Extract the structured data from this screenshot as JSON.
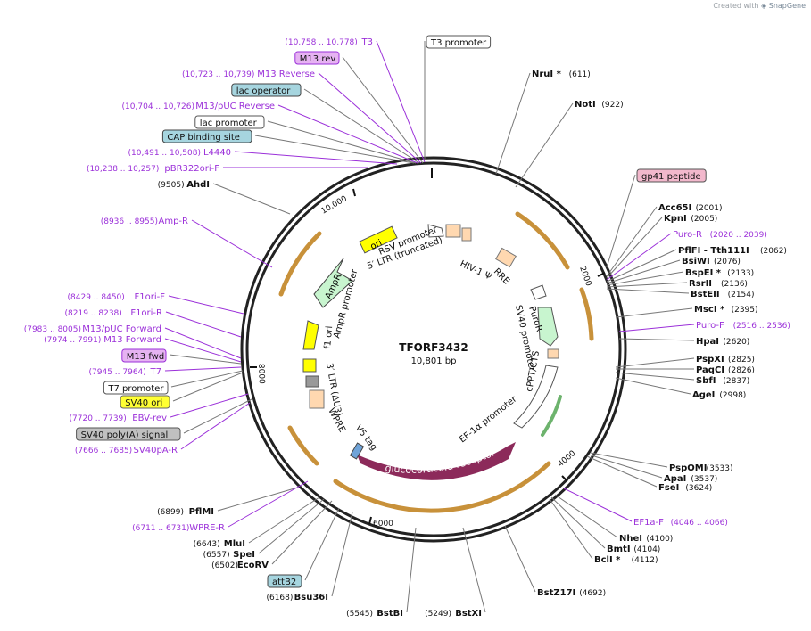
{
  "credit": {
    "prefix": "Created with",
    "brand": "SnapGene"
  },
  "plasmid": {
    "name": "TFORF3432",
    "length": "10,801 bp"
  },
  "ticks": [
    {
      "label": "2000"
    },
    {
      "label": "4000"
    },
    {
      "label": "6000"
    },
    {
      "label": "8000"
    },
    {
      "label": "10,000"
    }
  ],
  "colors": {
    "primer": "#9b30d9",
    "site": "#111111",
    "backbone": "#222222",
    "orf_line": "#c8913a",
    "gr": "#8c2a5a",
    "ampr": "#c8f5cf",
    "ori": "#ffff00",
    "puro": "#c8f5cf"
  },
  "left_labels": [
    {
      "range": "(10,758 .. 10,778)",
      "name": "T3",
      "kind": "primer"
    },
    {
      "name": "M13 rev",
      "kind": "box",
      "fill": "#e6b3f2",
      "stroke": "#9b30d9"
    },
    {
      "range": "(10,723 .. 10,739)",
      "name": "M13 Reverse",
      "kind": "primer"
    },
    {
      "name": "lac operator",
      "kind": "box",
      "fill": "#a6d5df",
      "stroke": "#444"
    },
    {
      "range": "(10,704 .. 10,726)",
      "name": "M13/pUC Reverse",
      "kind": "primer"
    },
    {
      "name": "lac promoter",
      "kind": "box",
      "fill": "#ffffff",
      "stroke": "#555"
    },
    {
      "name": "CAP binding site",
      "kind": "box",
      "fill": "#a6d5df",
      "stroke": "#444"
    },
    {
      "range": "(10,491 .. 10,508)",
      "name": "L4440",
      "kind": "primer"
    },
    {
      "range": "(10,238 .. 10,257)",
      "name": "pBR322ori-F",
      "kind": "primer"
    },
    {
      "range": "(9505)",
      "name": "AhdI",
      "kind": "site"
    },
    {
      "range": "(8936 .. 8955)",
      "name": "Amp-R",
      "kind": "primer"
    },
    {
      "range": "(8429 .. 8450)",
      "name": "F1ori-F",
      "kind": "primer"
    },
    {
      "range": "(8219 .. 8238)",
      "name": "F1ori-R",
      "kind": "primer"
    },
    {
      "range": "(7983 .. 8005)",
      "name": "M13/pUC Forward",
      "kind": "primer"
    },
    {
      "range": "(7974 .. 7991)",
      "name": "M13 Forward",
      "kind": "primer"
    },
    {
      "name": "M13 fwd",
      "kind": "box",
      "fill": "#e6b3f2",
      "stroke": "#9b30d9"
    },
    {
      "range": "(7945 .. 7964)",
      "name": "T7",
      "kind": "primer"
    },
    {
      "name": "T7 promoter",
      "kind": "box",
      "fill": "#ffffff",
      "stroke": "#555"
    },
    {
      "name": "SV40 ori",
      "kind": "box",
      "fill": "#ffff33",
      "stroke": "#666"
    },
    {
      "range": "(7720 .. 7739)",
      "name": "EBV-rev",
      "kind": "primer"
    },
    {
      "name": "SV40 poly(A) signal",
      "kind": "box",
      "fill": "#c0c0c0",
      "stroke": "#555"
    },
    {
      "range": "(7666 .. 7685)",
      "name": "SV40pA-R",
      "kind": "primer"
    },
    {
      "range": "(6899)",
      "name": "PflMI",
      "kind": "site"
    },
    {
      "range": "(6711 .. 6731)",
      "name": "WPRE-R",
      "kind": "primer"
    },
    {
      "range": "(6643)",
      "name": "MluI",
      "kind": "site"
    },
    {
      "range": "(6557)",
      "name": "SpeI",
      "kind": "site"
    },
    {
      "range": "(6502)",
      "name": "EcoRV",
      "kind": "site"
    },
    {
      "name": "attB2",
      "kind": "box",
      "fill": "#a6d5df",
      "stroke": "#444"
    },
    {
      "range": "(6168)",
      "name": "Bsu36I",
      "kind": "site"
    },
    {
      "range": "(5545)",
      "name": "BstBI",
      "kind": "site"
    },
    {
      "range": "(5249)",
      "name": "BstXI",
      "kind": "site"
    }
  ],
  "right_labels": [
    {
      "name": "T3 promoter",
      "range": "",
      "kind": "box",
      "fill": "#ffffff",
      "stroke": "#555"
    },
    {
      "name": "NruI *",
      "range": "(611)",
      "kind": "site"
    },
    {
      "name": "NotI",
      "range": "(922)",
      "kind": "site"
    },
    {
      "name": "gp41 peptide",
      "range": "",
      "kind": "box",
      "fill": "#f2b8cc",
      "stroke": "#555"
    },
    {
      "name": "Acc65I",
      "range": "(2001)",
      "kind": "site"
    },
    {
      "name": "KpnI",
      "range": "(2005)",
      "kind": "site"
    },
    {
      "name": "Puro-R",
      "range": "(2020 .. 2039)",
      "kind": "primer"
    },
    {
      "name": "PflFI - Tth111I",
      "range": "(2062)",
      "kind": "site"
    },
    {
      "name": "BsiWI",
      "range": "(2076)",
      "kind": "site"
    },
    {
      "name": "BspEI *",
      "range": "(2133)",
      "kind": "site"
    },
    {
      "name": "RsrII",
      "range": "(2136)",
      "kind": "site"
    },
    {
      "name": "BstEII",
      "range": "(2154)",
      "kind": "site"
    },
    {
      "name": "MscI *",
      "range": "(2395)",
      "kind": "site"
    },
    {
      "name": "Puro-F",
      "range": "(2516 .. 2536)",
      "kind": "primer"
    },
    {
      "name": "HpaI",
      "range": "(2620)",
      "kind": "site"
    },
    {
      "name": "PspXI",
      "range": "(2825)",
      "kind": "site"
    },
    {
      "name": "PaqCI",
      "range": "(2826)",
      "kind": "site"
    },
    {
      "name": "SbfI",
      "range": "(2837)",
      "kind": "site"
    },
    {
      "name": "AgeI",
      "range": "(2998)",
      "kind": "site"
    },
    {
      "name": "PspOMI",
      "range": "(3533)",
      "kind": "site"
    },
    {
      "name": "ApaI",
      "range": "(3537)",
      "kind": "site"
    },
    {
      "name": "FseI",
      "range": "(3624)",
      "kind": "site"
    },
    {
      "name": "EF1a-F",
      "range": "(4046 .. 4066)",
      "kind": "primer"
    },
    {
      "name": "NheI",
      "range": "(4100)",
      "kind": "site"
    },
    {
      "name": "BmtI",
      "range": "(4104)",
      "kind": "site"
    },
    {
      "name": "BclI *",
      "range": "(4112)",
      "kind": "site"
    },
    {
      "name": "BstZ17I",
      "range": "(4692)",
      "kind": "site"
    }
  ],
  "inner_features": {
    "rsv_promoter": "RSV promoter",
    "ltr5": "5′ LTR (truncated)",
    "hiv_psi": "HIV-1 Ψ",
    "rre": "RRE",
    "puror": "PuroR",
    "sv40_promoter": "SV40 promoter",
    "cppt": "cPPT/CTS",
    "ef1a": "EF-1α promoter",
    "gr": "glucocorticoid receptor",
    "v5": "V5 tag",
    "wpre": "WPRE",
    "ltr3": "3′ LTR (ΔU3)",
    "f1ori": "f1 ori",
    "ampr_promoter": "AmpR promoter",
    "ampr": "AmpR",
    "ori": "ori"
  }
}
